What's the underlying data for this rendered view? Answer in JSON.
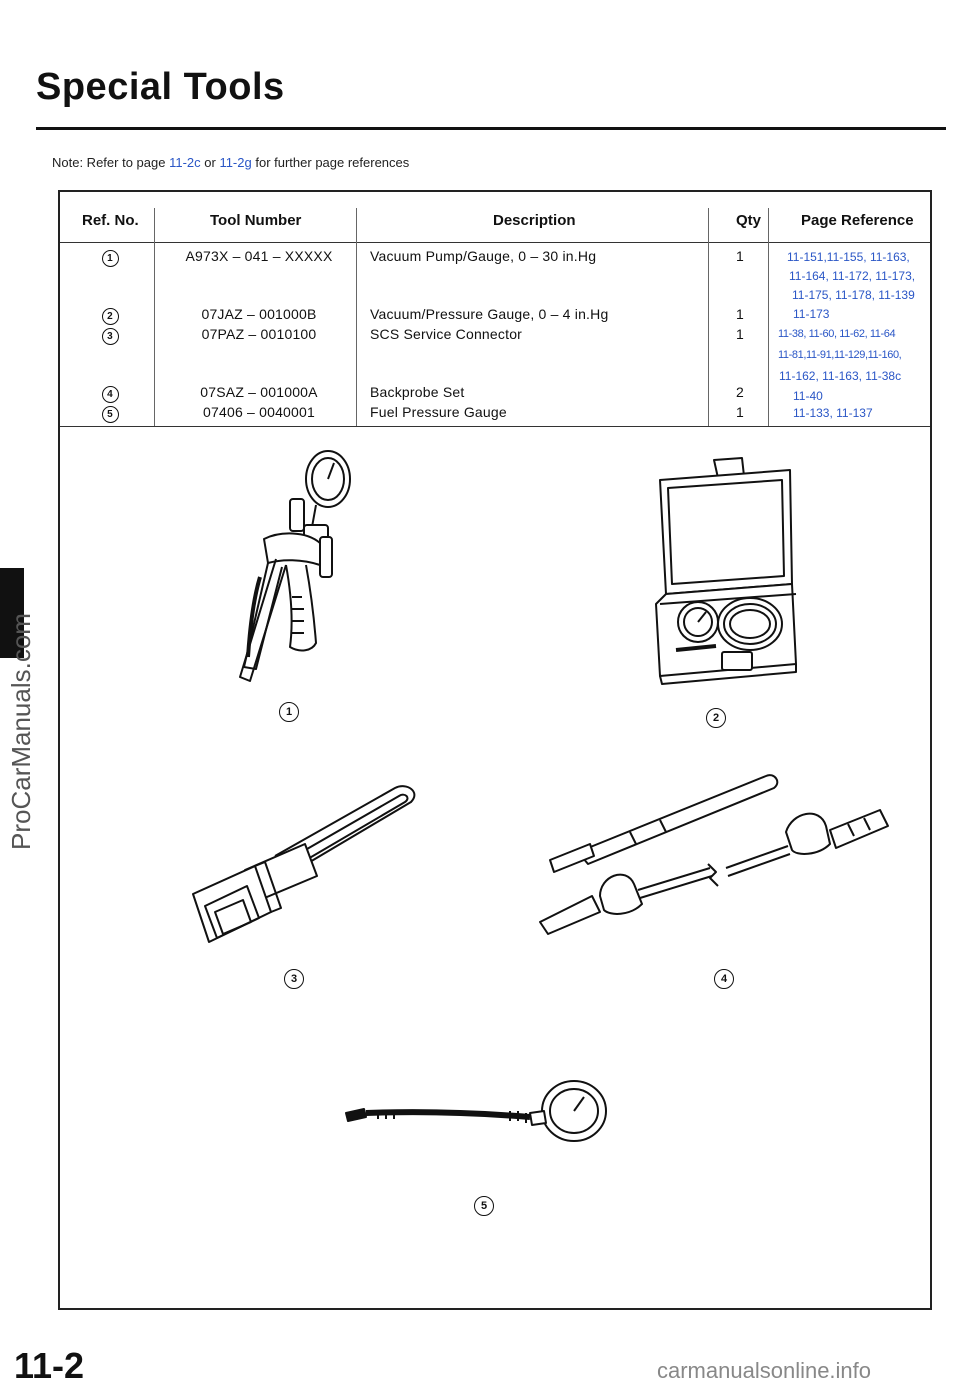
{
  "header": {
    "title": "Special Tools"
  },
  "note": {
    "prefix": "Note: Refer to page ",
    "link1": "11-2c",
    "middle": " or ",
    "link2": "11-2g",
    "suffix": " for further page references"
  },
  "table": {
    "headers": {
      "ref": "Ref. No.",
      "tool": "Tool Number",
      "desc": "Description",
      "qty": "Qty",
      "pageref": "Page Reference"
    },
    "rows": [
      {
        "ref": "1",
        "tool": "A973X – 041 – XXXXX",
        "desc": "Vacuum Pump/Gauge, 0 – 30 in.Hg",
        "qty": "1"
      },
      {
        "ref": "2",
        "tool": "07JAZ – 001000B",
        "desc": "Vacuum/Pressure Gauge, 0 – 4 in.Hg",
        "qty": "1"
      },
      {
        "ref": "3",
        "tool": "07PAZ – 0010100",
        "desc": "SCS Service Connector",
        "qty": "1"
      },
      {
        "ref": "4",
        "tool": "07SAZ – 001000A",
        "desc": "Backprobe Set",
        "qty": "2"
      },
      {
        "ref": "5",
        "tool": "07406 – 0040001",
        "desc": "Fuel Pressure Gauge",
        "qty": "1"
      }
    ],
    "page_reference_lines": [
      "11-151,11-155, 11-163,",
      "11-164, 11-172, 11-173,",
      "11-175, 11-178, 11-139",
      "11-173",
      "11-38, 11-60, 11-62, 11-64",
      "11-81,11-91,11-129,11-160,",
      "11-162, 11-163, 11-38c",
      "11-40",
      "11-133, 11-137"
    ]
  },
  "figures": {
    "label1": "1",
    "label2": "2",
    "label3": "3",
    "label4": "4",
    "label5": "5"
  },
  "side": {
    "brand": "ProCarManuals.com"
  },
  "footer": {
    "page_number": "11-2",
    "site": "carmanualsonline.info"
  },
  "colors": {
    "link": "#2a56c6",
    "ink": "#111111"
  }
}
